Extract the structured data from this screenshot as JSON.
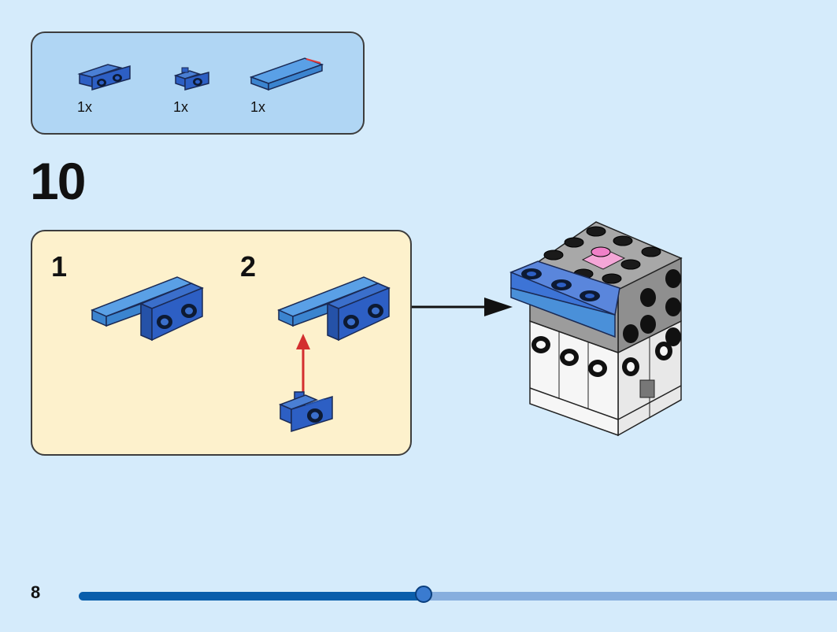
{
  "parts_list": {
    "items": [
      {
        "name": "blue bracket 1x2 - 2x2",
        "qty": "1x",
        "color": "#2d5fc4"
      },
      {
        "name": "blue bracket 1x1 - 1x1",
        "qty": "1x",
        "color": "#2d5fc4"
      },
      {
        "name": "light blue tile 1x4",
        "qty": "1x",
        "color": "#4a90d9"
      }
    ]
  },
  "step": {
    "number": "10"
  },
  "substeps": [
    {
      "label": "1"
    },
    {
      "label": "2"
    }
  ],
  "footer": {
    "page_number": "8",
    "progress": 0.455
  },
  "colors": {
    "background": "#d5ebfb",
    "parts_box": "#b0d6f4",
    "substep_box": "#fdf1cc",
    "brick_blue": "#2d5fc4",
    "tile_blue": "#4a90d9",
    "arrow_red": "#d32f2f",
    "progress_fill": "#0a5eab",
    "progress_track": "#87aede"
  }
}
